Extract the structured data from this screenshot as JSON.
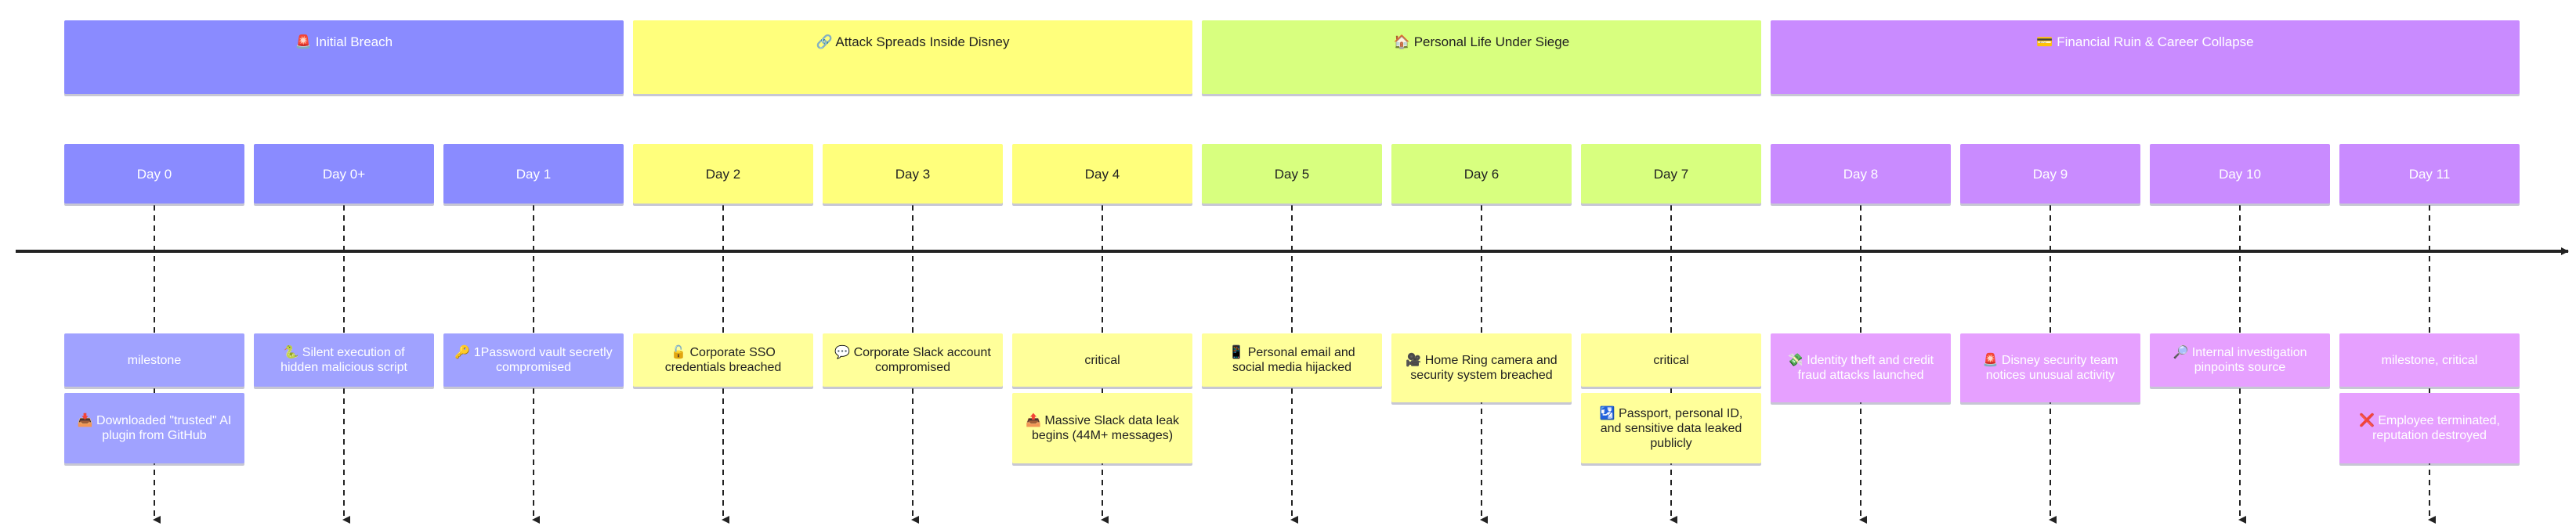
{
  "sections": [
    {
      "label": "🚨 Initial Breach"
    },
    {
      "label": "🔗 Attack Spreads Inside Disney"
    },
    {
      "label": "🏠 Personal Life Under Siege"
    },
    {
      "label": "💳 Financial Ruin & Career Collapse"
    }
  ],
  "periods": [
    {
      "label": "Day 0"
    },
    {
      "label": "Day 0+"
    },
    {
      "label": "Day 1"
    },
    {
      "label": "Day 2"
    },
    {
      "label": "Day 3"
    },
    {
      "label": "Day 4"
    },
    {
      "label": "Day 5"
    },
    {
      "label": "Day 6"
    },
    {
      "label": "Day 7"
    },
    {
      "label": "Day 8"
    },
    {
      "label": "Day 9"
    },
    {
      "label": "Day 10"
    },
    {
      "label": "Day 11"
    }
  ],
  "events": [
    [
      "milestone",
      "📥 Downloaded \"trusted\" AI plugin from GitHub"
    ],
    [
      "🐍 Silent execution of hidden malicious script"
    ],
    [
      "🔑 1Password vault secretly compromised"
    ],
    [
      "🔓 Corporate SSO credentials breached"
    ],
    [
      "💬 Corporate Slack account compromised"
    ],
    [
      "critical",
      "📤 Massive Slack data leak begins (44M+ messages)"
    ],
    [
      "📱 Personal email and social media hijacked"
    ],
    [
      "🎥 Home Ring camera and security system breached"
    ],
    [
      "critical",
      "🛂 Passport, personal ID, and sensitive data leaked publicly"
    ],
    [
      "💸 Identity theft and credit fraud attacks launched"
    ],
    [
      "🚨 Disney security team notices unusual activity"
    ],
    [
      "🔎 Internal investigation pinpoints source"
    ],
    [
      "milestone, critical",
      "❌ Employee terminated, reputation destroyed"
    ]
  ],
  "colors": {
    "section_fills": [
      "#8a8bff",
      "#ffff7c",
      "#d8ff7f",
      "#c98bff"
    ],
    "axis": "#222222"
  }
}
